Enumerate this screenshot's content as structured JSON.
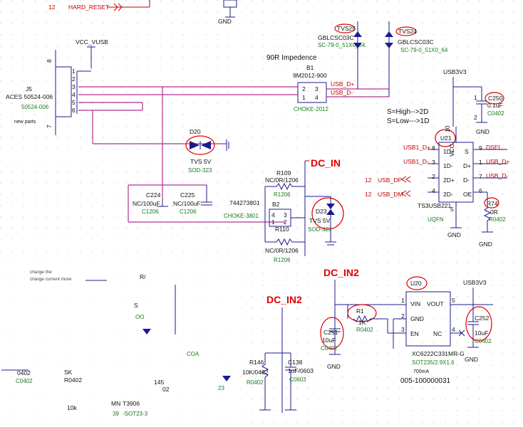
{
  "top": {
    "hard_reset_pin": "12",
    "hard_reset": "HARD_RESET",
    "gnd_top": "GND"
  },
  "j5": {
    "net": "VCC_VUSB",
    "ref": "J5",
    "part": "ACES 50524-006",
    "part2": "50524-006",
    "note": "new parts",
    "pin8": "8",
    "pin7": "7",
    "pins": [
      "1",
      "2",
      "3",
      "4",
      "5",
      "6"
    ]
  },
  "tvs25": {
    "ref": "TVS25",
    "part": "GBLCSC03C",
    "pkg": "SC-79-0_51X0_64"
  },
  "tvs24": {
    "ref": "TVS24",
    "part": "GBLCSC03C",
    "pkg": "SC-79-0_51X0_64"
  },
  "impedance": "90R Impedence",
  "b1": {
    "ref": "B1",
    "part": "9M2012-900",
    "type": "CHOKE-2012",
    "pins": [
      "2",
      "1",
      "3",
      "4"
    ],
    "usb_dp": "USB_D+",
    "usb_dm": "USB_D-"
  },
  "usb3v3_a": "USB3V3",
  "c250": {
    "ref": "C250",
    "val": "0.1uF",
    "pkg": "C0402",
    "pin1": "1",
    "pin2": "2",
    "gnd": "GND"
  },
  "sel_note": [
    "S=High-->2D",
    "S=Low--->1D"
  ],
  "d20": {
    "ref": "D20",
    "part": "TVS 5V",
    "pkg": "SOD-323"
  },
  "dc_in": "DC_IN",
  "r109": {
    "ref": "R109",
    "val": "NC/0R/1206",
    "pkg": "R1206"
  },
  "b2": {
    "ref": "B2",
    "part": "744273801",
    "type": "CHOKE-3801",
    "pins": [
      "4",
      "1",
      "3",
      "2"
    ]
  },
  "r110": {
    "ref": "R110",
    "val": "NC/0R/1206",
    "pkg": "R1206"
  },
  "d23": {
    "ref": "D23",
    "part": "TVS 5V",
    "pkg": "SOD-323"
  },
  "c224": {
    "ref": "C224",
    "val": "NC/100uF",
    "pkg": "C1206"
  },
  "c225": {
    "ref": "C225",
    "val": "NC/100uF",
    "pkg": "C1206"
  },
  "u21": {
    "ref": "U21",
    "part": "TS3USB221",
    "pkg": "UQFN",
    "pin_vcc": "10",
    "pins_left": [
      "8",
      "3",
      "2",
      "4"
    ],
    "labels_left": [
      "1D+",
      "1D-",
      "2D+",
      "2D-"
    ],
    "pins_right": [
      "9",
      "1",
      "7",
      "6"
    ],
    "labels_right": [
      "S",
      "D+",
      "D-",
      "OE"
    ],
    "vcc": "VCC",
    "pin5": "5",
    "gnd": "GND"
  },
  "u21_nets": {
    "usb1_dp": "USB1_D+",
    "usb1_dm": "USB1_D-",
    "usb_dp": "USB_DP",
    "usb_dm": "USB_DM",
    "n12a": "12",
    "n12b": "12",
    "dsel": "DSEL",
    "d_plus": "USB_D+",
    "d_minus": "USB_D-"
  },
  "r74": {
    "ref": "R74",
    "val": "0R",
    "pkg": "R0402",
    "gnd": "GND"
  },
  "dc_in2_a": "DC_IN2",
  "u20": {
    "ref": "U20",
    "part": "XC6222C331MR-G",
    "pkg": "SOT235/2.9X1.6",
    "cur": "700mA",
    "pn": "005-100000031",
    "pin_labels": [
      "VIN",
      "GND",
      "EN",
      "VOUT",
      "NC"
    ],
    "pins": [
      "1",
      "2",
      "3",
      "5",
      "4"
    ],
    "gnd": "GND"
  },
  "r_en": {
    "ref": "R1",
    "val": "1K",
    "pkg": "R0402"
  },
  "usb3v3_b": "USB3V3",
  "c251": {
    "ref": "C251",
    "val": "10uF",
    "pkg": "C0402",
    "gnd": "GND"
  },
  "c252": {
    "ref": "C252",
    "val": "10uF",
    "pkg": "C0402",
    "gnd": "GND"
  },
  "dc_in2_b": "DC_IN2",
  "r146": {
    "ref": "R146",
    "val": "10K/0402",
    "pkg": "R0402"
  },
  "c138": {
    "ref": "C138",
    "val": "1uF/0603",
    "pkg": "C0603"
  },
  "blurred": {
    "line1": "charge the",
    "line2": "charge current more",
    "f1": "R/",
    "f2": "S",
    "f3": "OO",
    "f4": "COA",
    "f5": "145",
    "f6": "02",
    "f7": "0402",
    "f8": "C0402",
    "f9": "SK",
    "f10": "R0402",
    "f11": "10k",
    "f12": "MN",
    "f13": "T3906",
    "f14": "39",
    "f15": "-SOT23-3",
    "f16": "23"
  }
}
